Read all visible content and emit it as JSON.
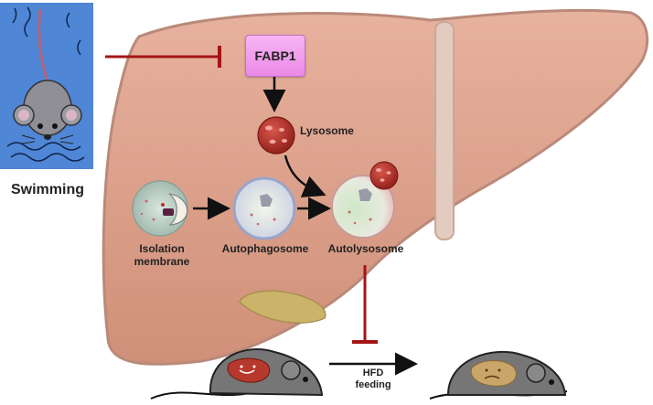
{
  "labels": {
    "fabp1": "FABP1",
    "lysosome": "Lysosome",
    "swimming": "Swimming",
    "isolation_membrane": "Isolation membrane",
    "autophagosome": "Autophagosome",
    "autolysosome": "Autolysosome",
    "hfd_feeding": "HFD feeding"
  },
  "colors": {
    "liver_fill": "#d99f8a",
    "liver_stroke": "#b98a7a",
    "inhibit_red": "#a31515",
    "mouse_panel_bg": "#4f86d6",
    "fabp_pink": "#f0a0ee",
    "lysosome_red": "#b9322a"
  }
}
